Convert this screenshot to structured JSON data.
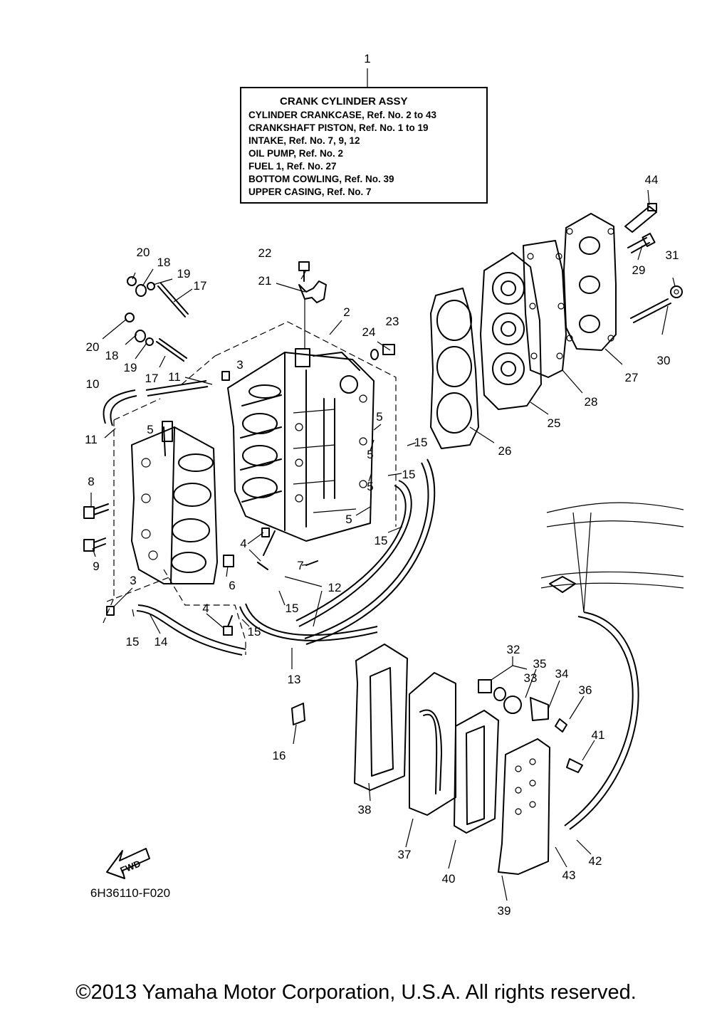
{
  "info_box": {
    "title": "CRANK  CYLINDER ASSY",
    "lines": [
      "CYLINDER CRANKCASE,  Ref. No. 2 to 43",
      "CRANKSHAFT PISTON,  Ref. No. 1 to 19",
      "INTAKE,  Ref. No. 7, 9, 12",
      "OIL PUMP,  Ref. No. 2",
      "FUEL 1,  Ref. No. 27",
      "BOTTOM COWLING,  Ref. No. 39",
      "UPPER CASING,  Ref. No. 7"
    ]
  },
  "callouts": [
    "1",
    "44",
    "22",
    "20",
    "18",
    "19",
    "17",
    "21",
    "2",
    "31",
    "29",
    "24",
    "23",
    "30",
    "27",
    "20",
    "18",
    "19",
    "17",
    "11",
    "3",
    "28",
    "10",
    "25",
    "11",
    "5",
    "5",
    "26",
    "15",
    "5",
    "15",
    "8",
    "5",
    "5",
    "15",
    "9",
    "4",
    "7",
    "6",
    "12",
    "3",
    "15",
    "4",
    "15",
    "15",
    "14",
    "13",
    "32",
    "33",
    "35",
    "34",
    "36",
    "41",
    "16",
    "38",
    "37",
    "40",
    "42",
    "43",
    "39"
  ],
  "fwd_label": "FWD",
  "diagram_code": "6H36110-F020",
  "footer": "©2013 Yamaha Motor Corporation, U.S.A. All rights reserved."
}
